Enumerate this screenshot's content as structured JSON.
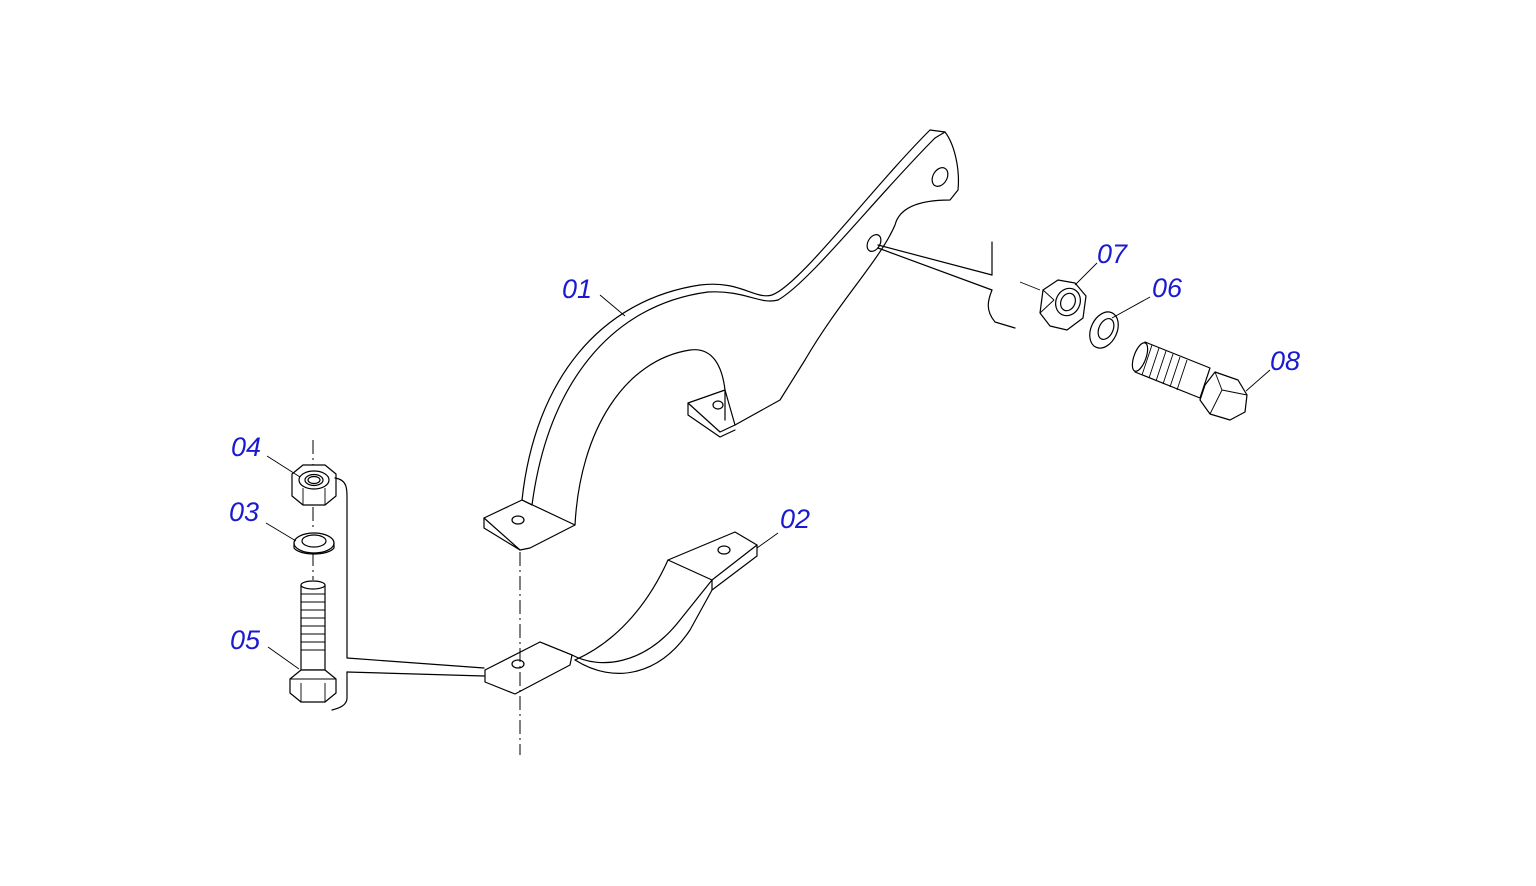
{
  "diagram": {
    "callouts": [
      {
        "id": "01",
        "label": "01"
      },
      {
        "id": "02",
        "label": "02"
      },
      {
        "id": "03",
        "label": "03"
      },
      {
        "id": "04",
        "label": "04"
      },
      {
        "id": "05",
        "label": "05"
      },
      {
        "id": "06",
        "label": "06"
      },
      {
        "id": "07",
        "label": "07"
      },
      {
        "id": "08",
        "label": "08"
      }
    ],
    "colors": {
      "callout": "#1a1ad0",
      "line": "#000000",
      "background": "#ffffff"
    }
  }
}
